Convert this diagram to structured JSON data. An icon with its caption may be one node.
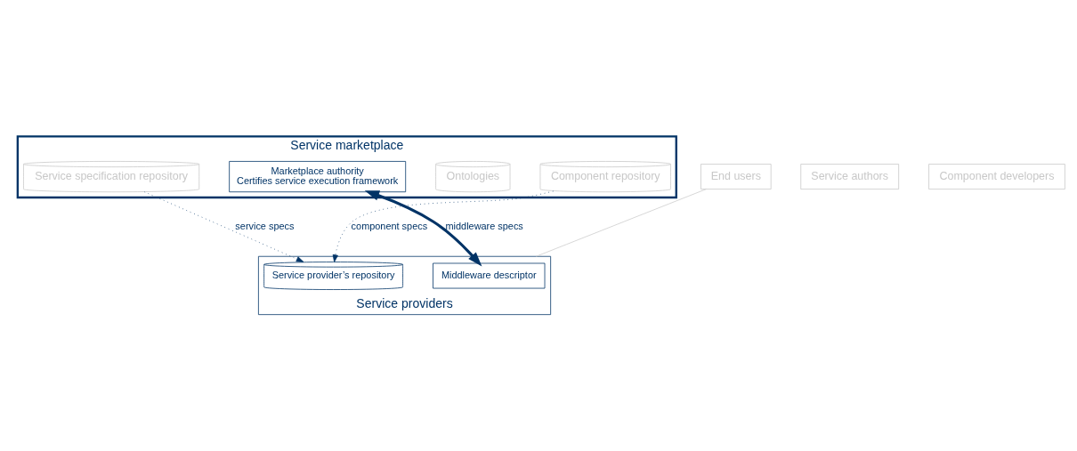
{
  "diagram": {
    "nodes": [
      {
        "text": [
          "Service marketplace"
        ]
      },
      {
        "text": [
          "Marketplace authority",
          "Certifies service execution framework"
        ],
        "in": 0
      },
      {
        "text": [
          "Ontologies"
        ],
        "in": 0
      },
      {
        "text": [
          "Service specification repository"
        ],
        "in": 0
      },
      {
        "text": [
          "Component repository"
        ],
        "in": 0
      },
      {
        "text": [
          "Service authors"
        ]
      },
      {
        "text": [
          "Component developers"
        ]
      },
      {
        "text": [
          "Service providers"
        ]
      },
      {
        "text": [
          "End users"
        ]
      },
      {
        "text": [
          "Middleware descriptor"
        ],
        "in": 7
      },
      {
        "text": [
          "Service provider’s repository"
        ],
        "in": 7
      }
    ],
    "edges": [
      {
        "from": 1,
        "to": 9,
        "arrow": "both",
        "label": "middleware specs",
        "style": "thick"
      },
      {
        "from": 3,
        "to": 10,
        "arrow": "to",
        "label": "service specs",
        "style": "dashed"
      },
      {
        "from": 4,
        "to": 10,
        "arrow": "to",
        "label": "component specs",
        "style": "dashed"
      },
      {
        "from": 8,
        "to": 7,
        "arrow": "none",
        "color": "#cccccc"
      }
    ]
  }
}
